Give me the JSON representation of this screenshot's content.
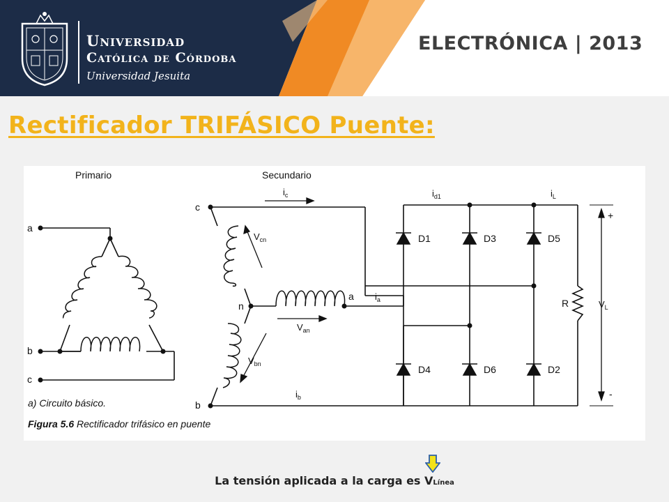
{
  "header": {
    "university_line1": "Universidad",
    "university_line2": "Católica de Córdoba",
    "university_line3": "Universidad Jesuita",
    "course": "ELECTRÓNICA | 2013",
    "colors": {
      "navy": "#1c2c47",
      "orange": "#f08a24",
      "orange_light": "#f7b56a"
    }
  },
  "title": "Rectificador  TRIFÁSICO  Puente:",
  "figure": {
    "primario": "Primario",
    "secundario": "Secundario",
    "nodes": {
      "a": "a",
      "b": "b",
      "c": "c",
      "n": "n"
    },
    "currents": {
      "ic": "i",
      "ic_sub": "c",
      "ia": "i",
      "ia_sub": "a",
      "ib": "i",
      "ib_sub": "b",
      "id1": "i",
      "id1_sub": "d1",
      "iL": "i",
      "iL_sub": "L"
    },
    "voltages": {
      "vcn": "V",
      "vcn_sub": "cn",
      "van": "V",
      "van_sub": "an",
      "vbn": "V",
      "vbn_sub": "bn",
      "vl": "V",
      "vl_sub": "L"
    },
    "diodes": [
      "D1",
      "D3",
      "D5",
      "D4",
      "D6",
      "D2"
    ],
    "resistor": "R",
    "plus": "+",
    "minus": "-",
    "caption_a": "a) Circuito básico.",
    "caption_fig_bold": "Figura 5.6",
    "caption_fig_rest": " Rectificador trifásico en puente"
  },
  "footer": {
    "text": "La tensión aplicada a la carga es V",
    "subscript": "Línea"
  }
}
